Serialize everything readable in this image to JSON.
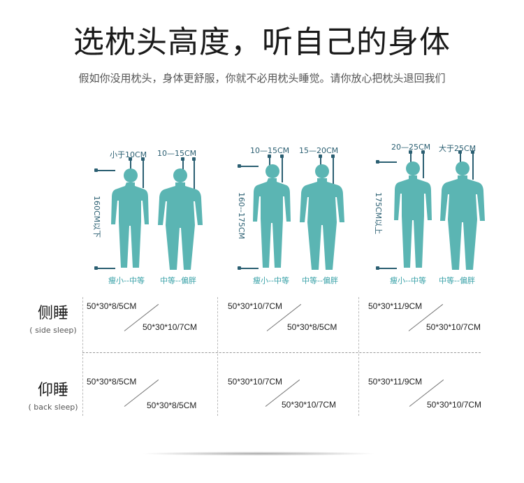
{
  "header": {
    "title": "选枕头高度，听自己的身体",
    "subtitle": "假如你没用枕头，身体更舒服，你就不必用枕头睡觉。请你放心把枕头退回我们"
  },
  "groups": [
    {
      "ruler": "160CM以下",
      "sizes": [
        "小于10CM",
        "10—15CM"
      ],
      "captions": [
        "瘦小--中等",
        "中等--偏胖"
      ]
    },
    {
      "ruler": "160--175CM",
      "sizes": [
        "10—15CM",
        "15—20CM"
      ],
      "captions": [
        "瘦小--中等",
        "中等--偏胖"
      ]
    },
    {
      "ruler": "175CM以上",
      "sizes": [
        "20—25CM",
        "大于25CM"
      ],
      "captions": [
        "瘦小--中等",
        "中等--偏胖"
      ]
    }
  ],
  "rows": [
    {
      "zh": "侧睡",
      "en": "( side sleep)",
      "cells": [
        {
          "a": "50*30*8/5CM",
          "b": "50*30*10/7CM"
        },
        {
          "a": "50*30*10/7CM",
          "b": "50*30*8/5CM"
        },
        {
          "a": "50*30*11/9CM",
          "b": "50*30*10/7CM"
        }
      ]
    },
    {
      "zh": "仰睡",
      "en": "( back sleep)",
      "cells": [
        {
          "a": "50*30*8/5CM",
          "b": "50*30*8/5CM"
        },
        {
          "a": "50*30*10/7CM",
          "b": "50*30*10/7CM"
        },
        {
          "a": "50*30*11/9CM",
          "b": "50*30*10/7CM"
        }
      ]
    }
  ],
  "colors": {
    "figure": "#5bb5b3",
    "ruler": "#2b5f72",
    "caption": "#3aa2a8"
  }
}
